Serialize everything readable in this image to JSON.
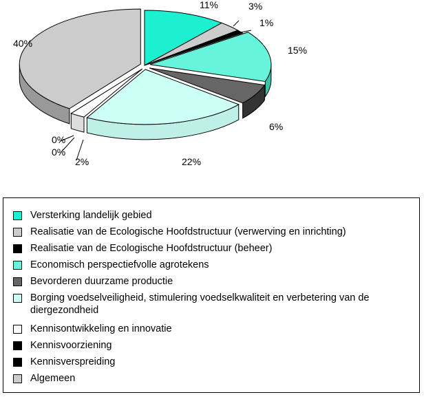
{
  "chart_data": {
    "type": "pie",
    "style": "3d-exploded-ring",
    "title": "",
    "slices": [
      {
        "label": "Versterking landelijk gebied",
        "value": 11,
        "pct_label": "11%",
        "color": "#1cf0d0",
        "side_color": "#14b49c"
      },
      {
        "label": "Realisatie van de Ecologische Hoofdstructuur (verwerving en inrichting)",
        "value": 3,
        "pct_label": "3%",
        "color": "#cccccc",
        "side_color": "#999999"
      },
      {
        "label": "Realisatie van de Ecologische Hoofdstructuur (beheer)",
        "value": 1,
        "pct_label": "1%",
        "color": "#000000",
        "side_color": "#000000"
      },
      {
        "label": "Economisch perspectiefvolle agrotekens",
        "value": 15,
        "pct_label": "15%",
        "color": "#66f5dc",
        "side_color": "#40c2aa"
      },
      {
        "label": "Bevorderen duurzame productie",
        "value": 6,
        "pct_label": "6%",
        "color": "#666666",
        "side_color": "#333333"
      },
      {
        "label": "Borging voedselveiligheid, stimulering voedselkwaliteit en verbetering van de diergezondheid",
        "value": 22,
        "pct_label": "22%",
        "color": "#ccfff5",
        "side_color": "#bff0e8"
      },
      {
        "label": "Kennisontwikkeling en innovatie",
        "value": 2,
        "pct_label": "2%",
        "color": "#ffffff",
        "side_color": "#dddddd"
      },
      {
        "label": "Kennisvoorziening",
        "value": 0,
        "pct_label": "0%",
        "color": "#000000",
        "side_color": "#000000"
      },
      {
        "label": "Kennisverspreiding",
        "value": 0,
        "pct_label": "0%",
        "color": "#000000",
        "side_color": "#000000"
      },
      {
        "label": "Algemeen",
        "value": 40,
        "pct_label": "40%",
        "color": "#cccccc",
        "side_color": "#999999"
      }
    ],
    "legend_position": "bottom"
  },
  "legend": {
    "items": [
      {
        "label": "Versterking landelijk gebied",
        "color": "#1cf0d0"
      },
      {
        "label": "Realisatie van de Ecologische Hoofdstructuur (verwerving en inrichting)",
        "color": "#cccccc"
      },
      {
        "label": "Realisatie van de Ecologische Hoofdstructuur (beheer)",
        "color": "#000000"
      },
      {
        "label": "Economisch perspectiefvolle agrotekens",
        "color": "#66f5dc"
      },
      {
        "label": "Bevorderen duurzame productie",
        "color": "#666666"
      },
      {
        "label": "Borging voedselveiligheid, stimulering voedselkwaliteit en verbetering van de diergezondheid",
        "color": "#ccfff5"
      },
      {
        "label": "Kennisontwikkeling en innovatie",
        "color": "#ffffff"
      },
      {
        "label": "Kennisvoorziening",
        "color": "#000000"
      },
      {
        "label": "Kennisverspreiding",
        "color": "#000000"
      },
      {
        "label": "Algemeen",
        "color": "#cccccc"
      }
    ]
  }
}
